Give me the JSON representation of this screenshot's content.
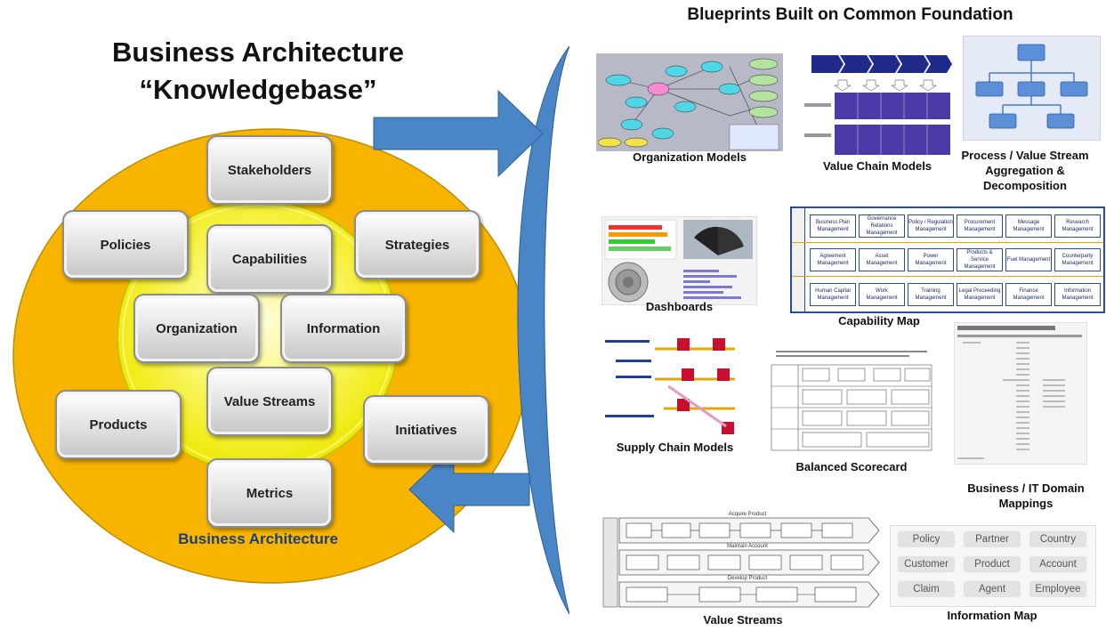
{
  "left": {
    "title_line1": "Business Architecture",
    "title_line2": "“Knowledgebase”",
    "footer_label": "Business Architecture",
    "tiles": {
      "stakeholders": "Stakeholders",
      "policies": "Policies",
      "strategies": "Strategies",
      "capabilities": "Capabilities",
      "organization": "Organization",
      "information": "Information",
      "value_streams": "Value Streams",
      "products": "Products",
      "initiatives": "Initiatives",
      "metrics": "Metrics"
    }
  },
  "right": {
    "title": "Blueprints Built on Common Foundation",
    "blueprints": {
      "org_models": "Organization Models",
      "value_chain": "Value Chain Models",
      "process_agg": "Process / Value Stream Aggregation & Decomposition",
      "dashboards": "Dashboards",
      "capability_map": "Capability Map",
      "supply_chain": "Supply Chain Models",
      "balanced_scorecard": "Balanced Scorecard",
      "business_it": "Business / IT Domain Mappings",
      "value_streams": "Value Streams",
      "information_map": "Information Map"
    },
    "information_map_cells": [
      "Policy",
      "Partner",
      "Country",
      "Customer",
      "Product",
      "Account",
      "Claim",
      "Agent",
      "Employee"
    ],
    "capability_map": {
      "rows": [
        [
          "Business Plan Management",
          "Governance Relations Management",
          "Policy / Regulation Management",
          "Procurement Management",
          "Message Management",
          "Research Management"
        ],
        [
          "Agreement Management",
          "Asset Management",
          "Power Management",
          "Products & Service Management",
          "Fuel Management",
          "Counterparty Management"
        ],
        [
          "Human Capital Management",
          "Work Management",
          "Training Management",
          "Legal Proceeding Management",
          "Finance Management",
          "Information Management"
        ]
      ]
    },
    "value_stream_rows": [
      "Acquire Product",
      "Maintain Account",
      "Develop Product"
    ]
  },
  "colors": {
    "outer_circle": "#f7b400",
    "inner_circle": "#f8f300",
    "arrow_blue": "#4a86c5"
  }
}
